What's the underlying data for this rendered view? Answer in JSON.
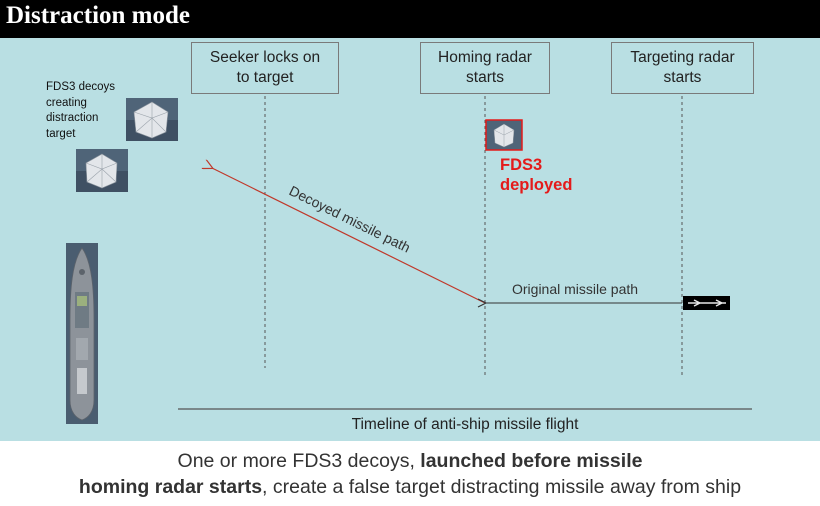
{
  "header": {
    "title": "Distraction mode"
  },
  "phases": [
    {
      "label": "Seeker locks on\nto target"
    },
    {
      "label": "Homing radar\nstarts"
    },
    {
      "label": "Targeting radar\nstarts"
    }
  ],
  "decoys": {
    "label": "FDS3 decoys\ncreating\ndistraction\ntarget"
  },
  "deployed": {
    "label": "FDS3\ndeployed"
  },
  "paths": {
    "decoyed": "Decoyed missile path",
    "original": "Original missile path"
  },
  "timeline": {
    "label": "Timeline of anti-ship missile flight"
  },
  "caption": {
    "line1_pre": "One or more FDS3 decoys, ",
    "line1_bold": "launched before missile",
    "line2_bold": "homing radar starts",
    "line2_post": ", create a false target distracting missile away from ship"
  },
  "colors": {
    "background": "#b9dfe3",
    "decoyed_path": "#c0392b",
    "deployed_text": "#e41b1b"
  }
}
